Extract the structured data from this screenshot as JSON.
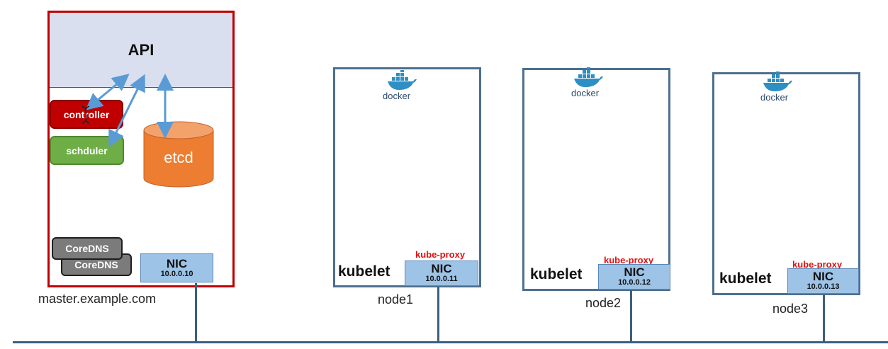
{
  "master": {
    "api_label": "API",
    "controller_label": "controller",
    "scheduler_label": "schduler",
    "etcd_label": "etcd",
    "coredns_labels": [
      "CoreDNS",
      "CoreDNS"
    ],
    "nic_label": "NIC",
    "nic_ip": "10.0.0.10",
    "hostname": "master.example.com"
  },
  "nodes": [
    {
      "name": "node1",
      "docker_label": "docker",
      "kubelet_label": "kubelet",
      "kube_proxy_label": "kube-proxy",
      "nic_label": "NIC",
      "nic_ip": "10.0.0.11"
    },
    {
      "name": "node2",
      "docker_label": "docker",
      "kubelet_label": "kubelet",
      "kube_proxy_label": "kube-proxy",
      "nic_label": "NIC",
      "nic_ip": "10.0.0.12"
    },
    {
      "name": "node3",
      "docker_label": "docker",
      "kubelet_label": "kubelet",
      "kube_proxy_label": "kube-proxy",
      "nic_label": "NIC",
      "nic_ip": "10.0.0.13"
    }
  ],
  "colors": {
    "master_border": "#c00000",
    "api_fill": "#dadff0",
    "controller_fill": "#c00000",
    "scheduler_fill": "#6fad47",
    "etcd_fill": "#ed7d31",
    "nic_fill": "#9dc3e6",
    "node_border": "#4d6f8f",
    "arrow": "#5b9bd5",
    "kube_proxy_text": "#e01010",
    "docker_whale": "#2d8fc4"
  },
  "icons": [
    "docker-whale-icon",
    "etcd-cylinder-icon",
    "text-cursor-icon"
  ]
}
